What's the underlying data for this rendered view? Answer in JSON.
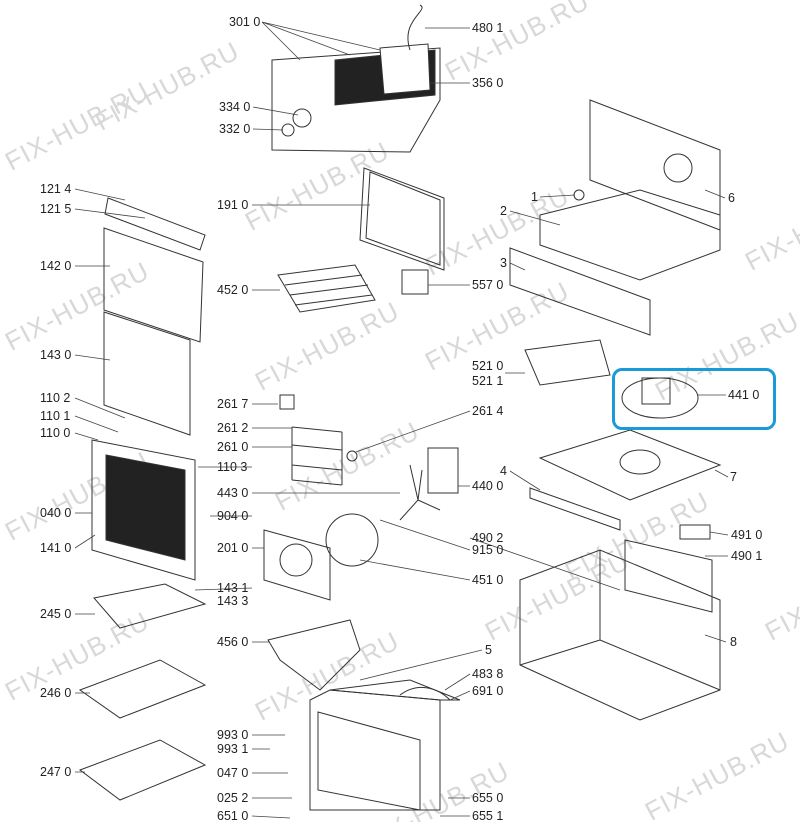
{
  "watermark": "FIX-HUB.RU",
  "highlight_color": "#1a9ad6",
  "highlighted_part": "441 0",
  "labels": [
    "301 0",
    "480 1",
    "356 0",
    "334 0",
    "332 0",
    "121 4",
    "121 5",
    "191 0",
    "1",
    "2",
    "6",
    "142 0",
    "452 0",
    "557 0",
    "3",
    "143 0",
    "521 0",
    "521 1",
    "441 0",
    "110 2",
    "110 1",
    "110 0",
    "261 7",
    "261 2",
    "261 0",
    "261 4",
    "110 3",
    "443 0",
    "440 0",
    "4",
    "7",
    "040 0",
    "904 0",
    "141 0",
    "201 0",
    "490 2",
    "915 0",
    "491 0",
    "490 1",
    "451 0",
    "143 1",
    "143 3",
    "245 0",
    "456 0",
    "8",
    "5",
    "483 8",
    "691 0",
    "246 0",
    "993 0",
    "993 1",
    "047 0",
    "247 0",
    "025 2",
    "655 0",
    "651 0",
    "655 1"
  ]
}
